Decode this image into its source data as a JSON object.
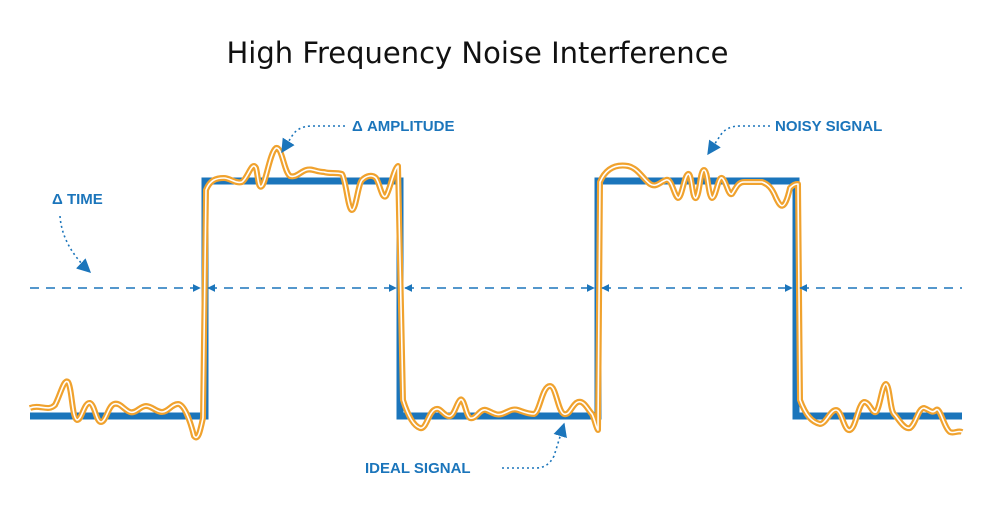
{
  "title": "High Frequency Noise Interference",
  "labels": {
    "delta_amplitude": "Δ AMPLITUDE",
    "delta_time": "Δ TIME",
    "noisy_signal": "NOISY SIGNAL",
    "ideal_signal": "IDEAL SIGNAL"
  },
  "colors": {
    "ideal_signal": "#1b75bb",
    "noisy_signal": "#f0a22e",
    "label": "#1b75bb",
    "title": "#111111"
  }
}
